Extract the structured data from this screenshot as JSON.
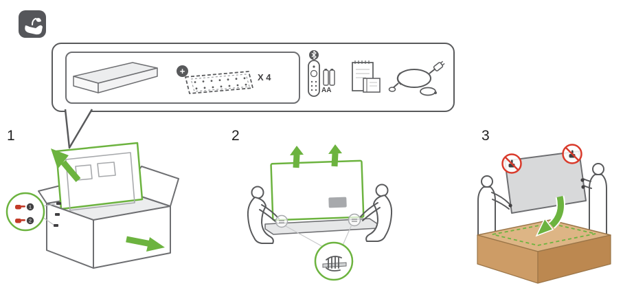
{
  "colors": {
    "accent_green": "#6CB33F",
    "warning_red": "#D93A2B",
    "outline_gray": "#58595B",
    "table_tan": "#CD9C66",
    "logo_bg": "#55565A"
  },
  "logo": {
    "icon": "care-hand-icon"
  },
  "accessories_panel": {
    "plus_icon": "+",
    "spacer_multiplier": "X 4",
    "battery_label": "AA",
    "icons": [
      "soundbar-box-icon",
      "wall-spacer-icon",
      "bluetooth-icon",
      "remote-control-icon",
      "battery-icon",
      "manual-book-icon",
      "power-cable-icon"
    ]
  },
  "steps": [
    {
      "number": "1",
      "inset_badges": [
        "1",
        "2"
      ]
    },
    {
      "number": "2"
    },
    {
      "number": "3"
    }
  ]
}
